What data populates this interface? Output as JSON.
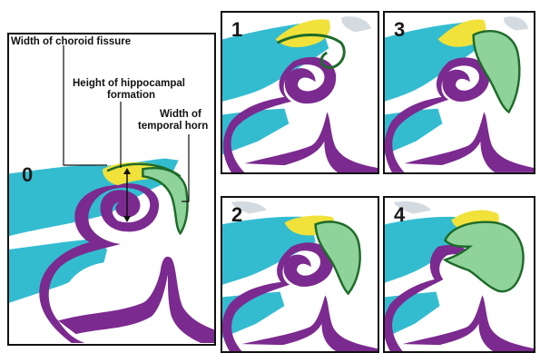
{
  "labels": {
    "choroid_fissure": "Width of choroid fissure",
    "hippocampal_height_line1": "Height of hippocampal",
    "hippocampal_height_line2": "formation",
    "temporal_horn_line1": "Width of",
    "temporal_horn_line2": "temporal horn"
  },
  "panels": [
    {
      "stage": "0"
    },
    {
      "stage": "1"
    },
    {
      "stage": "2"
    },
    {
      "stage": "3"
    },
    {
      "stage": "4"
    }
  ],
  "colors": {
    "csf": "#33bcd0",
    "tissue": "#7b2a8f",
    "fissure": "#f0e23a",
    "hippocampus": "#8fd39a",
    "outline": "#1e6b2a",
    "white": "#ffffff",
    "grey_patch": "#d4dbe0"
  }
}
